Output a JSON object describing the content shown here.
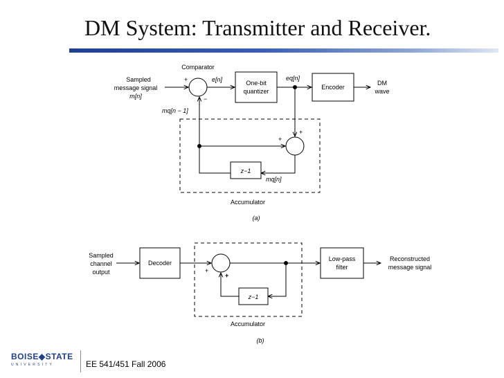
{
  "slide": {
    "title": "DM System: Transmitter and Receiver.",
    "footer": "EE 541/451 Fall 2006",
    "logo": {
      "word": "BOISE◆STATE",
      "sub": "UNIVERSITY"
    }
  },
  "transmitter": {
    "input_label": [
      "Sampled",
      "message signal"
    ],
    "input_signal": "m[n]",
    "comparator_label": "Comparator",
    "plus_sign": "+",
    "minus_sign": "−",
    "error_label": "e[n]",
    "quantizer_label": [
      "One-bit",
      "quantizer"
    ],
    "eq_label": "eq[n]",
    "encoder_label": "Encoder",
    "output_label": [
      "DM",
      "wave"
    ],
    "feedback_label": "mq[n − 1]",
    "adder_plus_top": "+",
    "adder_plus_left": "+",
    "delay_label": "z−1",
    "mq_label": "mq[n]",
    "accumulator_label": "Accumulator",
    "caption": "(a)"
  },
  "receiver": {
    "input_label": [
      "Sampled",
      "channel",
      "output"
    ],
    "decoder_label": "Decoder",
    "adder_plus_left": "+",
    "adder_plus_bottom": "+",
    "lpf_label": [
      "Low-pass",
      "filter"
    ],
    "output_label": [
      "Reconstructed",
      "message signal"
    ],
    "delay_label": "z−1",
    "accumulator_label": "Accumulator",
    "caption": "(b)"
  }
}
